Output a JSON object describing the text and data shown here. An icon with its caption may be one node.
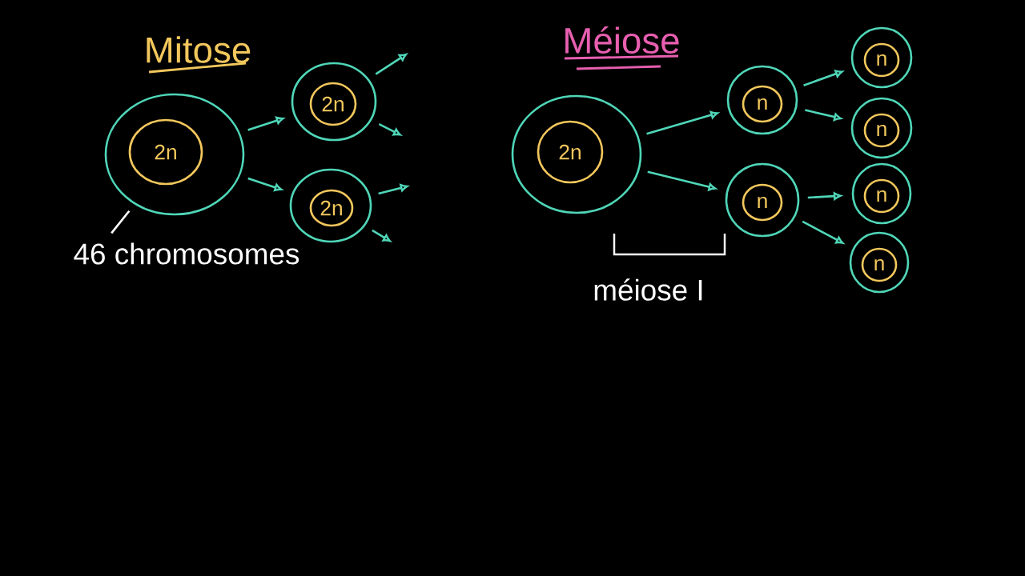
{
  "diagram": {
    "nodes": [
      {
        "text": [],
        "shape": "circle"
      },
      {
        "text": [
          "2n"
        ],
        "in": 0
      },
      {
        "text": [],
        "shape": "circle"
      },
      {
        "text": [
          "2n"
        ],
        "in": 2
      },
      {
        "text": [],
        "shape": "circle"
      },
      {
        "text": [
          "2n"
        ],
        "in": 4
      },
      {
        "text": [
          "46 chromosomes"
        ]
      },
      {
        "text": [],
        "shape": "circle"
      },
      {
        "text": [
          "2n"
        ],
        "in": 7
      },
      {
        "text": [],
        "shape": "circle"
      },
      {
        "text": [
          "n"
        ],
        "in": 9
      },
      {
        "text": [],
        "shape": "circle"
      },
      {
        "text": [
          "n"
        ],
        "in": 11
      },
      {
        "text": [],
        "shape": "circle"
      },
      {
        "text": [
          "n"
        ],
        "in": 13
      },
      {
        "text": [],
        "shape": "circle"
      },
      {
        "text": [
          "n"
        ],
        "in": 15
      },
      {
        "text": [],
        "shape": "circle"
      },
      {
        "text": [
          "n"
        ],
        "in": 17
      },
      {
        "text": [],
        "shape": "circle"
      },
      {
        "text": [
          "n"
        ],
        "in": 19
      }
    ],
    "edges": [
      {
        "from": 0,
        "to": 2,
        "arrow": "to"
      },
      {
        "from": 0,
        "to": 4,
        "arrow": "to"
      },
      {
        "from": 2,
        "to": null,
        "arrow": "to"
      },
      {
        "from": 2,
        "to": null,
        "arrow": "to"
      },
      {
        "from": 4,
        "to": null,
        "arrow": "to"
      },
      {
        "from": 4,
        "to": null,
        "arrow": "to"
      },
      {
        "from": 6,
        "to": 0,
        "arrow": "none",
        "color": "#ffffff"
      },
      {
        "from": 7,
        "to": 9,
        "arrow": "to"
      },
      {
        "from": 7,
        "to": 11,
        "arrow": "to"
      },
      {
        "from": 9,
        "to": 13,
        "arrow": "to"
      },
      {
        "from": 9,
        "to": 15,
        "arrow": "to"
      },
      {
        "from": 11,
        "to": 17,
        "arrow": "to"
      },
      {
        "from": 11,
        "to": 19,
        "arrow": "to"
      }
    ],
    "labels": [
      "Mitose",
      "Méiose",
      "méiose I"
    ]
  }
}
